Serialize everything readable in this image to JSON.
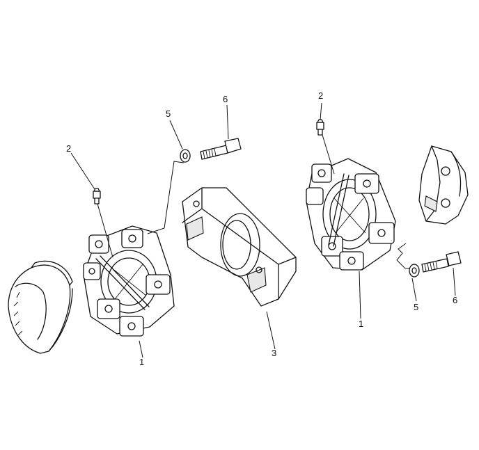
{
  "callouts": {
    "coupling_left": "1",
    "coupling_right": "1",
    "grease_fitting_left": "2",
    "grease_fitting_right": "2",
    "spider": "3",
    "washer_top": "5",
    "washer_bottom": "5",
    "bolt_top": "6",
    "bolt_bottom": "6"
  }
}
